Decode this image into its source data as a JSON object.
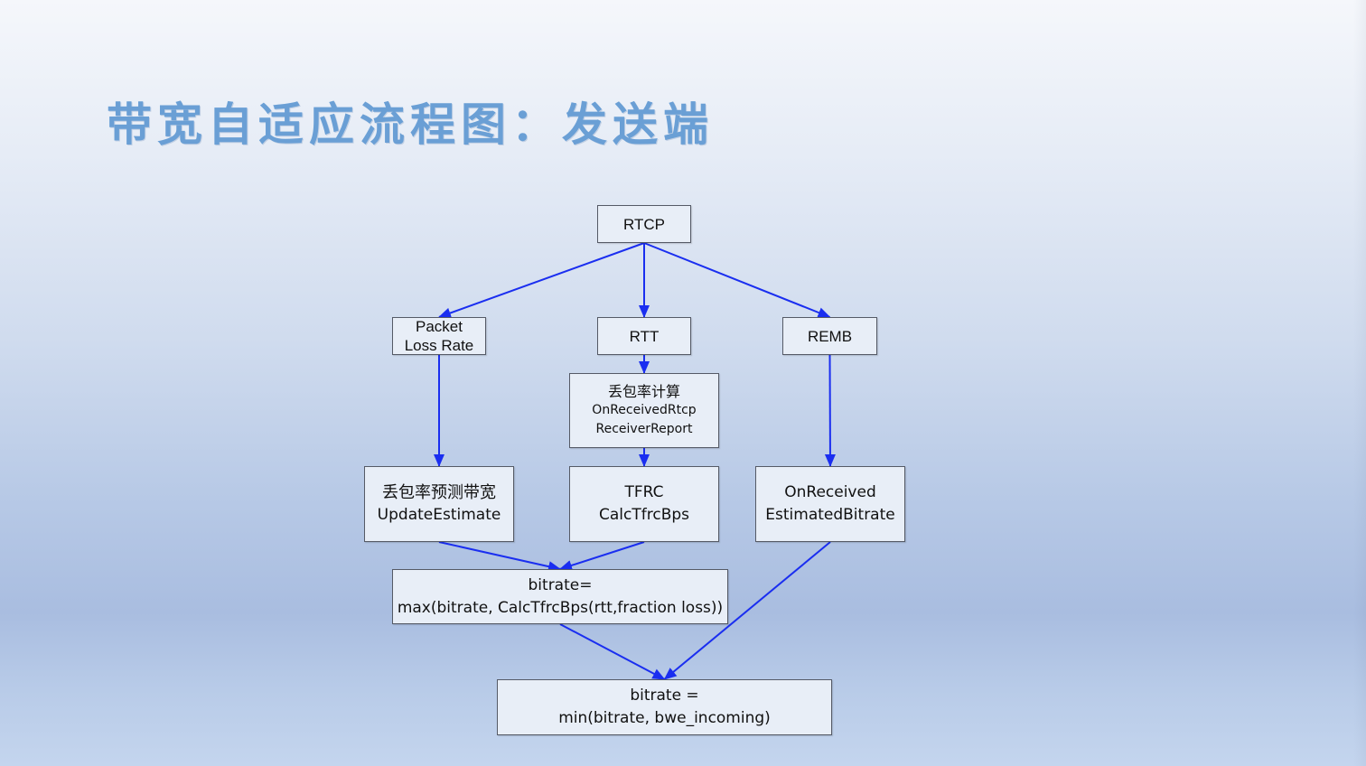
{
  "slide": {
    "title": "带宽自适应流程图：发送端",
    "colors": {
      "title": "#6a9fd5",
      "arrow": "#1a2ef0",
      "node_fill": "#e8eef7",
      "node_border": "#555a66"
    }
  },
  "diagram": {
    "nodes": {
      "rtcp": {
        "lines": [
          "RTCP"
        ]
      },
      "packet_loss_rate": {
        "lines": [
          "Packet",
          "Loss Rate"
        ]
      },
      "rtt": {
        "lines": [
          "RTT"
        ]
      },
      "remb": {
        "lines": [
          "REMB"
        ]
      },
      "loss_calc": {
        "lines": [
          "丢包率计算",
          "OnReceivedRtcp",
          "ReceiverReport"
        ]
      },
      "update_estimate": {
        "lines": [
          "丢包率预测带宽",
          "UpdateEstimate"
        ]
      },
      "tfrc": {
        "lines": [
          "TFRC",
          "CalcTfrcBps"
        ]
      },
      "on_received_estimated": {
        "lines": [
          "OnReceived",
          "EstimatedBitrate"
        ]
      },
      "bitrate_max": {
        "lines": [
          "bitrate=",
          "max(bitrate, CalcTfrcBps(rtt,fraction loss))"
        ]
      },
      "bitrate_min": {
        "lines": [
          "bitrate =",
          "min(bitrate, bwe_incoming)"
        ]
      }
    },
    "edges": [
      {
        "from": "rtcp",
        "to": "packet_loss_rate"
      },
      {
        "from": "rtcp",
        "to": "rtt"
      },
      {
        "from": "rtcp",
        "to": "remb"
      },
      {
        "from": "rtt",
        "to": "loss_calc"
      },
      {
        "from": "loss_calc",
        "to": "tfrc"
      },
      {
        "from": "packet_loss_rate",
        "to": "update_estimate"
      },
      {
        "from": "remb",
        "to": "on_received_estimated"
      },
      {
        "from": "update_estimate",
        "to": "bitrate_max"
      },
      {
        "from": "tfrc",
        "to": "bitrate_max"
      },
      {
        "from": "bitrate_max",
        "to": "bitrate_min"
      },
      {
        "from": "on_received_estimated",
        "to": "bitrate_min"
      }
    ]
  }
}
